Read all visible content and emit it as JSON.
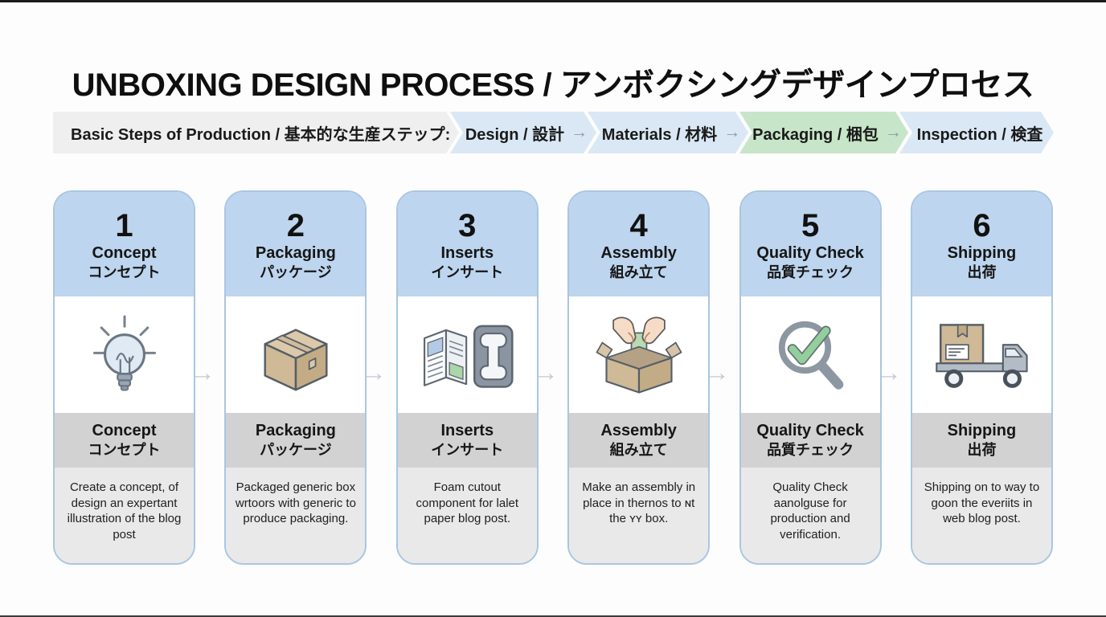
{
  "title": "UNBOXING DESIGN PROCESS / アンボクシングデザインプロセス",
  "process_bar": {
    "prefix": "Basic Steps of Production / 基本的な生産ステップ:",
    "steps": [
      {
        "label": "Design / 設計",
        "arrow": "→",
        "state": "normal"
      },
      {
        "label": "Materials / 材料",
        "arrow": "→",
        "state": "normal"
      },
      {
        "label": "Packaging / 梱包",
        "arrow": "→",
        "state": "active"
      },
      {
        "label": "Inspection / 検査",
        "arrow": "",
        "state": "normal"
      }
    ]
  },
  "connector_arrow": "→",
  "cards": [
    {
      "number": "1",
      "title": "Concept",
      "subtitle": "コンセプト",
      "icon": "lightbulb-icon",
      "description": "Create a concept, of design an expertant illustration of the blog post"
    },
    {
      "number": "2",
      "title": "Packaging",
      "subtitle": "パッケージ",
      "icon": "cardboard-box-icon",
      "description": "Packaged generic box wrtoors with generic to produce packaging."
    },
    {
      "number": "3",
      "title": "Inserts",
      "subtitle": "インサート",
      "icon": "booklet-foam-insert-icon",
      "description": "Foam cutout component for lalet paper blog post."
    },
    {
      "number": "4",
      "title": "Assembly",
      "subtitle": "組み立て",
      "icon": "hands-packing-box-icon",
      "description": "Make an assembly in place in thernos to ɴt the ʏʏ box."
    },
    {
      "number": "5",
      "title": "Quality Check",
      "subtitle": "品質チェック",
      "icon": "magnifier-check-icon",
      "description": "Quality Check aanolguse for production and verification."
    },
    {
      "number": "6",
      "title": "Shipping",
      "subtitle": "出荷",
      "icon": "delivery-truck-icon",
      "description": "Shipping on to way to goon the everiits in web blog post."
    }
  ],
  "colors": {
    "card_header_blue": "#bdd5ee",
    "card_border_blue": "#a9c6e3",
    "step_blue": "#dae8f5",
    "step_active_green": "#c7e5c8",
    "step_prefix_gray": "#efefef",
    "title_band_gray": "#d2d2d2",
    "description_gray": "#e9e9e9",
    "arrow_gray": "#c3cbd3",
    "check_green": "#93cf9b",
    "box_tan": "#cfb996"
  }
}
